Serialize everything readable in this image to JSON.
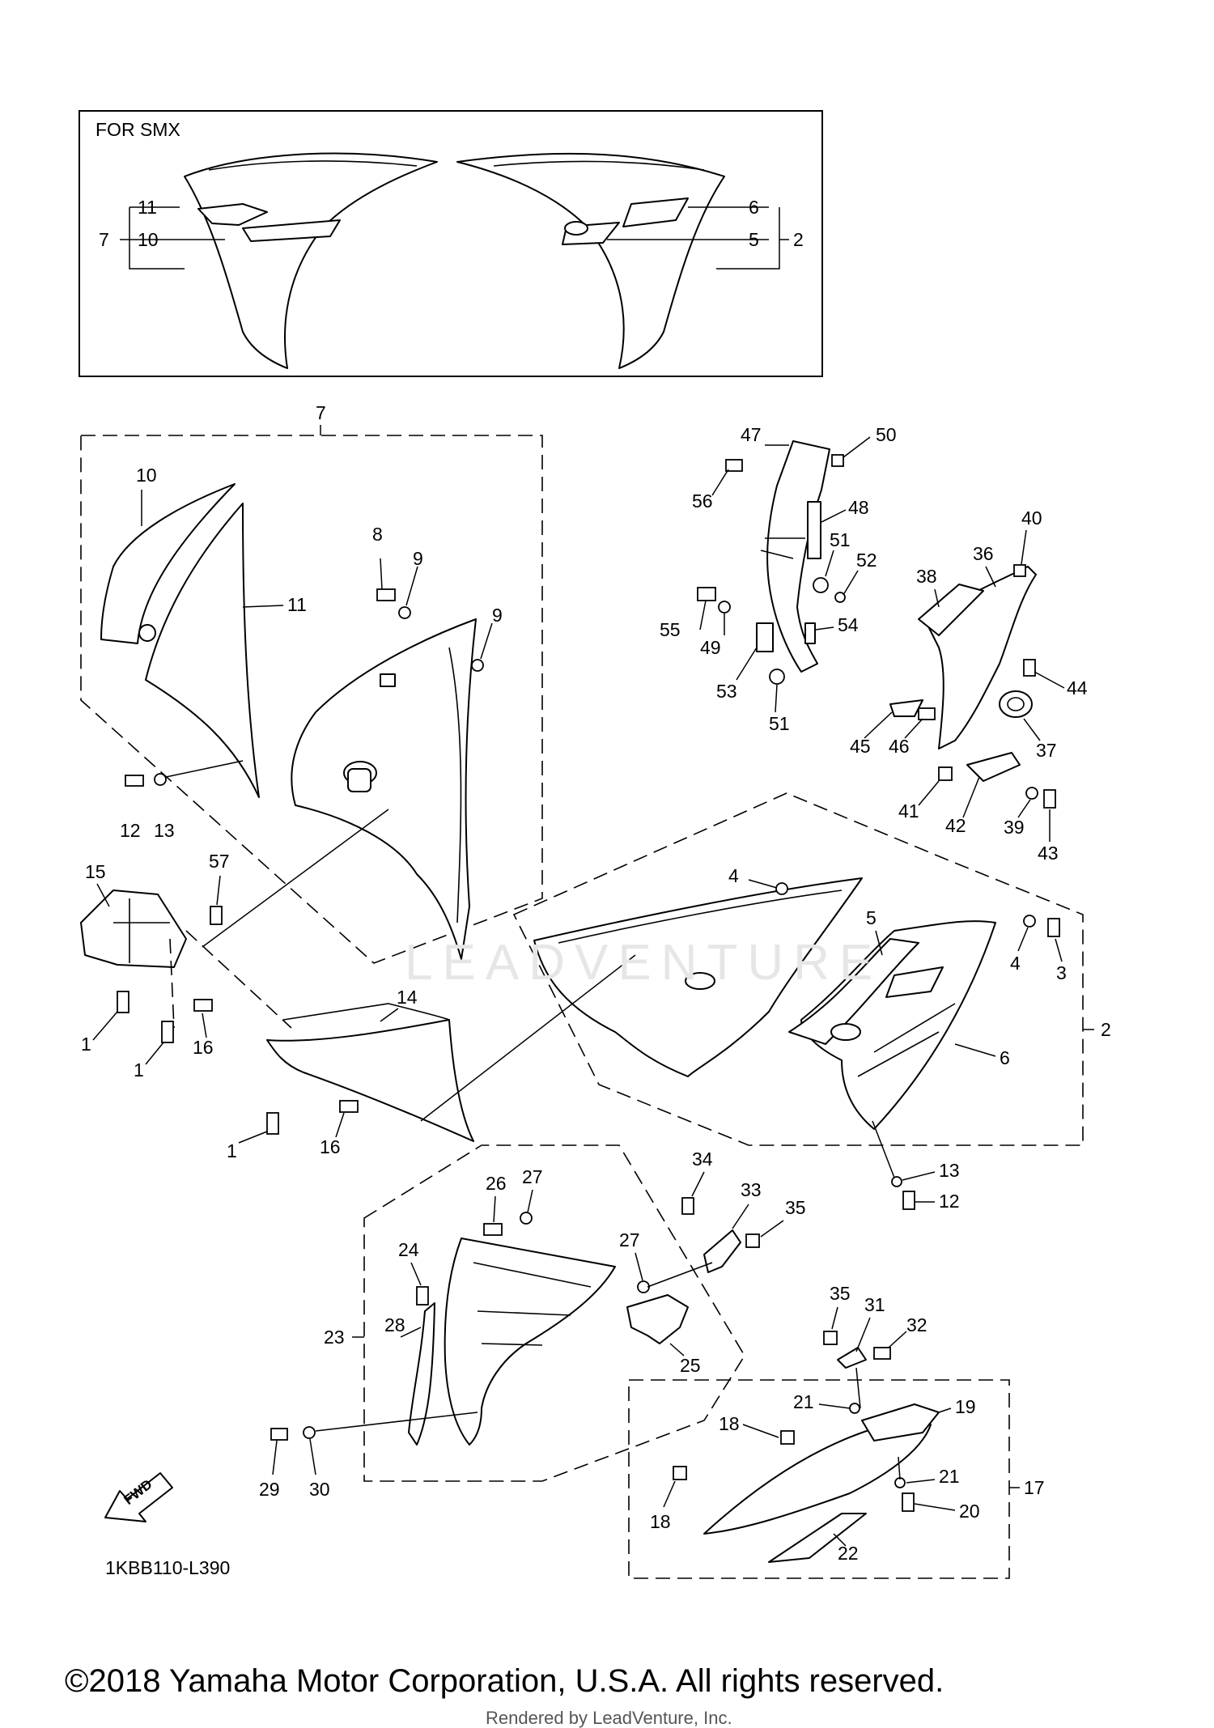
{
  "inset": {
    "title": "FOR SMX"
  },
  "diagram_code": "1KBB110-L390",
  "fwd_label": "FWD",
  "watermark": "LEADVENTURE",
  "copyright": "©2018 Yamaha Motor Corporation, U.S.A. All rights reserved.",
  "rendered_by": "Rendered by LeadVenture, Inc.",
  "callouts": {
    "c1": "1",
    "c2": "2",
    "c3": "3",
    "c4": "4",
    "c5": "5",
    "c6": "6",
    "c7": "7",
    "c8": "8",
    "c9": "9",
    "c10": "10",
    "c11": "11",
    "c12": "12",
    "c13": "13",
    "c14": "14",
    "c15": "15",
    "c16": "16",
    "c17": "17",
    "c18": "18",
    "c19": "19",
    "c20": "20",
    "c21": "21",
    "c22": "22",
    "c23": "23",
    "c24": "24",
    "c25": "25",
    "c26": "26",
    "c27": "27",
    "c28": "28",
    "c29": "29",
    "c30": "30",
    "c31": "31",
    "c32": "32",
    "c33": "33",
    "c34": "34",
    "c35": "35",
    "c36": "36",
    "c37": "37",
    "c38": "38",
    "c39": "39",
    "c40": "40",
    "c41": "41",
    "c42": "42",
    "c43": "43",
    "c44": "44",
    "c45": "45",
    "c46": "46",
    "c47": "47",
    "c48": "48",
    "c49": "49",
    "c50": "50",
    "c51": "51",
    "c52": "52",
    "c53": "53",
    "c54": "54",
    "c55": "55",
    "c56": "56",
    "c57": "57"
  }
}
